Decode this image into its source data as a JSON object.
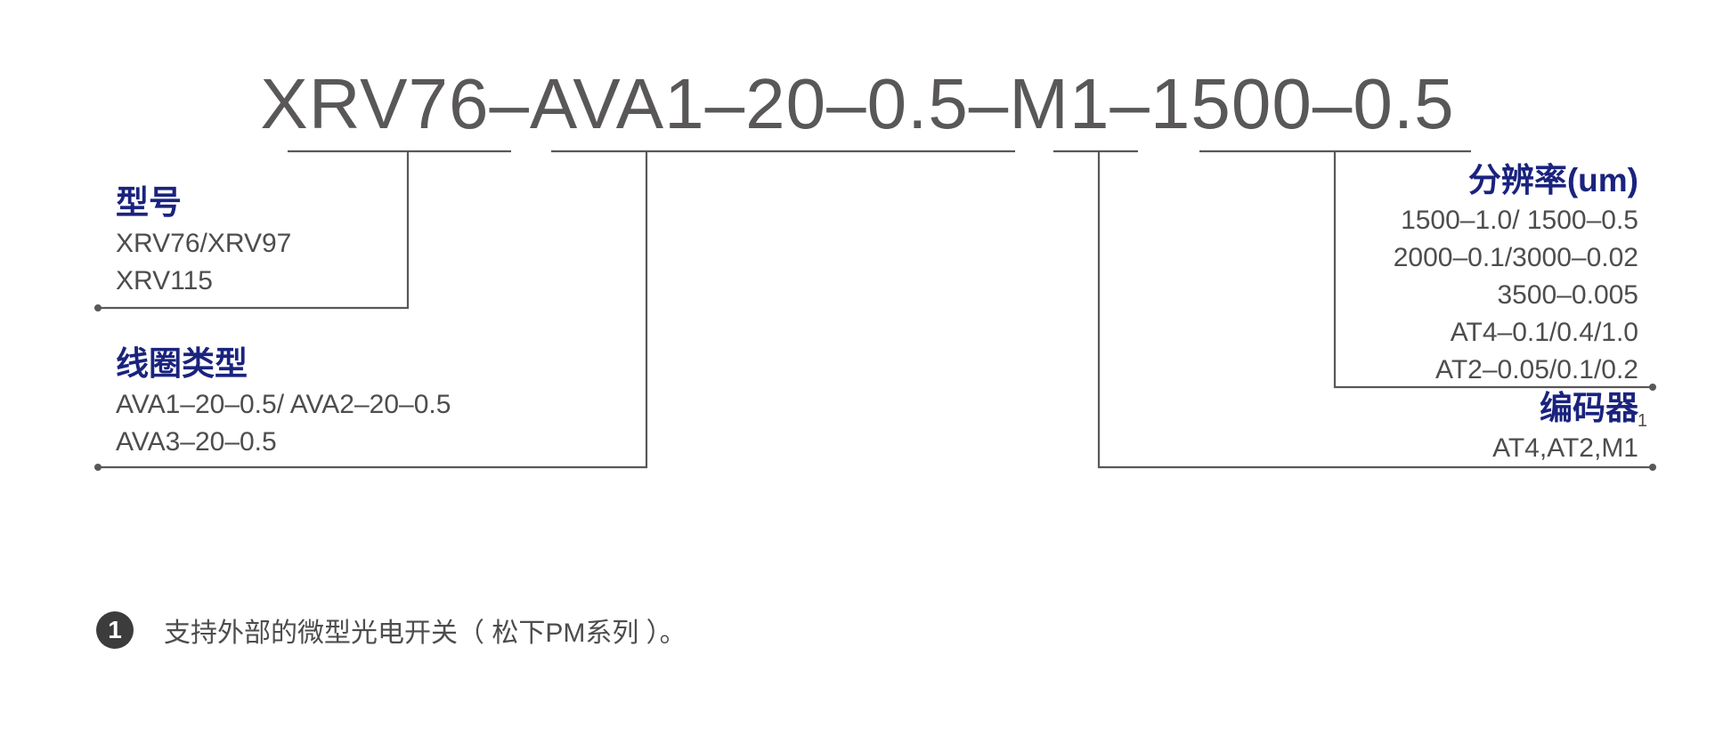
{
  "model_code": "XRV76–AVA1–20–0.5–M1–1500–0.5",
  "sections": {
    "model": {
      "heading": "型号",
      "values": [
        "XRV76/XRV97",
        "XRV115"
      ]
    },
    "coil": {
      "heading": "线圈类型",
      "values": [
        "AVA1–20–0.5/ AVA2–20–0.5",
        "AVA3–20–0.5"
      ]
    },
    "resolution": {
      "heading": "分辨率(um)",
      "values": [
        "1500–1.0/ 1500–0.5",
        "2000–0.1/3000–0.02",
        "3500–0.005",
        "AT4–0.1/0.4/1.0",
        "AT2–0.05/0.1/0.2"
      ]
    },
    "encoder": {
      "heading": "编码器",
      "superscript": "1",
      "values": [
        "AT4,AT2,M1"
      ]
    }
  },
  "note": {
    "badge": "1",
    "text": "支持外部的微型光电开关（ 松下PM系列 ）。"
  },
  "colors": {
    "code_text": "#595757",
    "heading": "#1a237e",
    "value_text": "#4d4d4d",
    "lines": "#595757"
  }
}
